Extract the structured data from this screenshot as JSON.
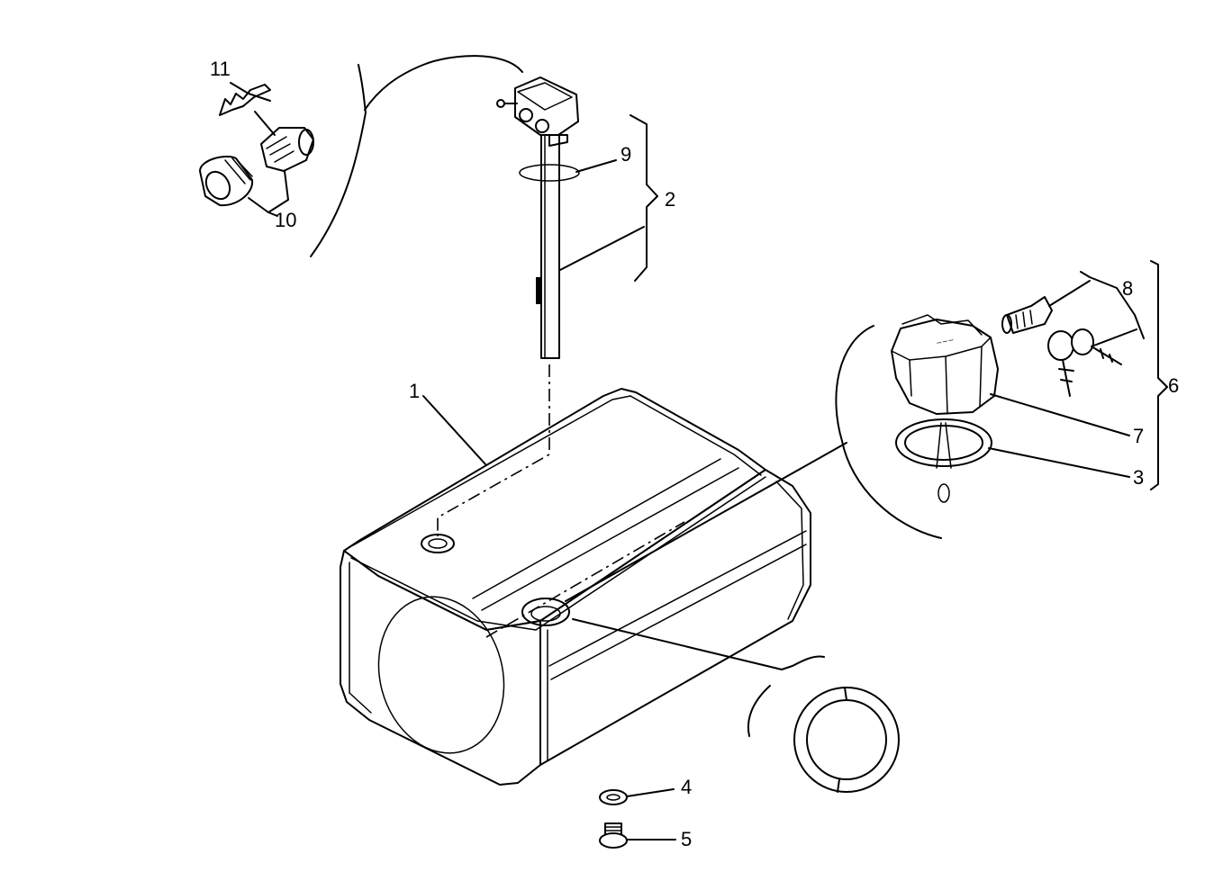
{
  "callouts": {
    "c1": "1",
    "c2": "2",
    "c3": "3",
    "c4": "4",
    "c5": "5",
    "c6": "6",
    "c7": "7",
    "c8": "8",
    "c9": "9",
    "c10": "10",
    "c11": "11"
  },
  "colors": {
    "line": "#000000",
    "background": "#ffffff"
  },
  "parts": [
    {
      "callout": "1",
      "name": "fuel-tank"
    },
    {
      "callout": "2",
      "name": "level-sender-assembly"
    },
    {
      "callout": "3",
      "name": "cap-gasket"
    },
    {
      "callout": "4",
      "name": "drain-washer"
    },
    {
      "callout": "5",
      "name": "drain-plug"
    },
    {
      "callout": "6",
      "name": "filler-cap-assembly"
    },
    {
      "callout": "7",
      "name": "filler-cap"
    },
    {
      "callout": "8",
      "name": "lock-and-keys"
    },
    {
      "callout": "9",
      "name": "sender-seal-ring"
    },
    {
      "callout": "10",
      "name": "connector"
    },
    {
      "callout": "11",
      "name": "terminal"
    }
  ]
}
